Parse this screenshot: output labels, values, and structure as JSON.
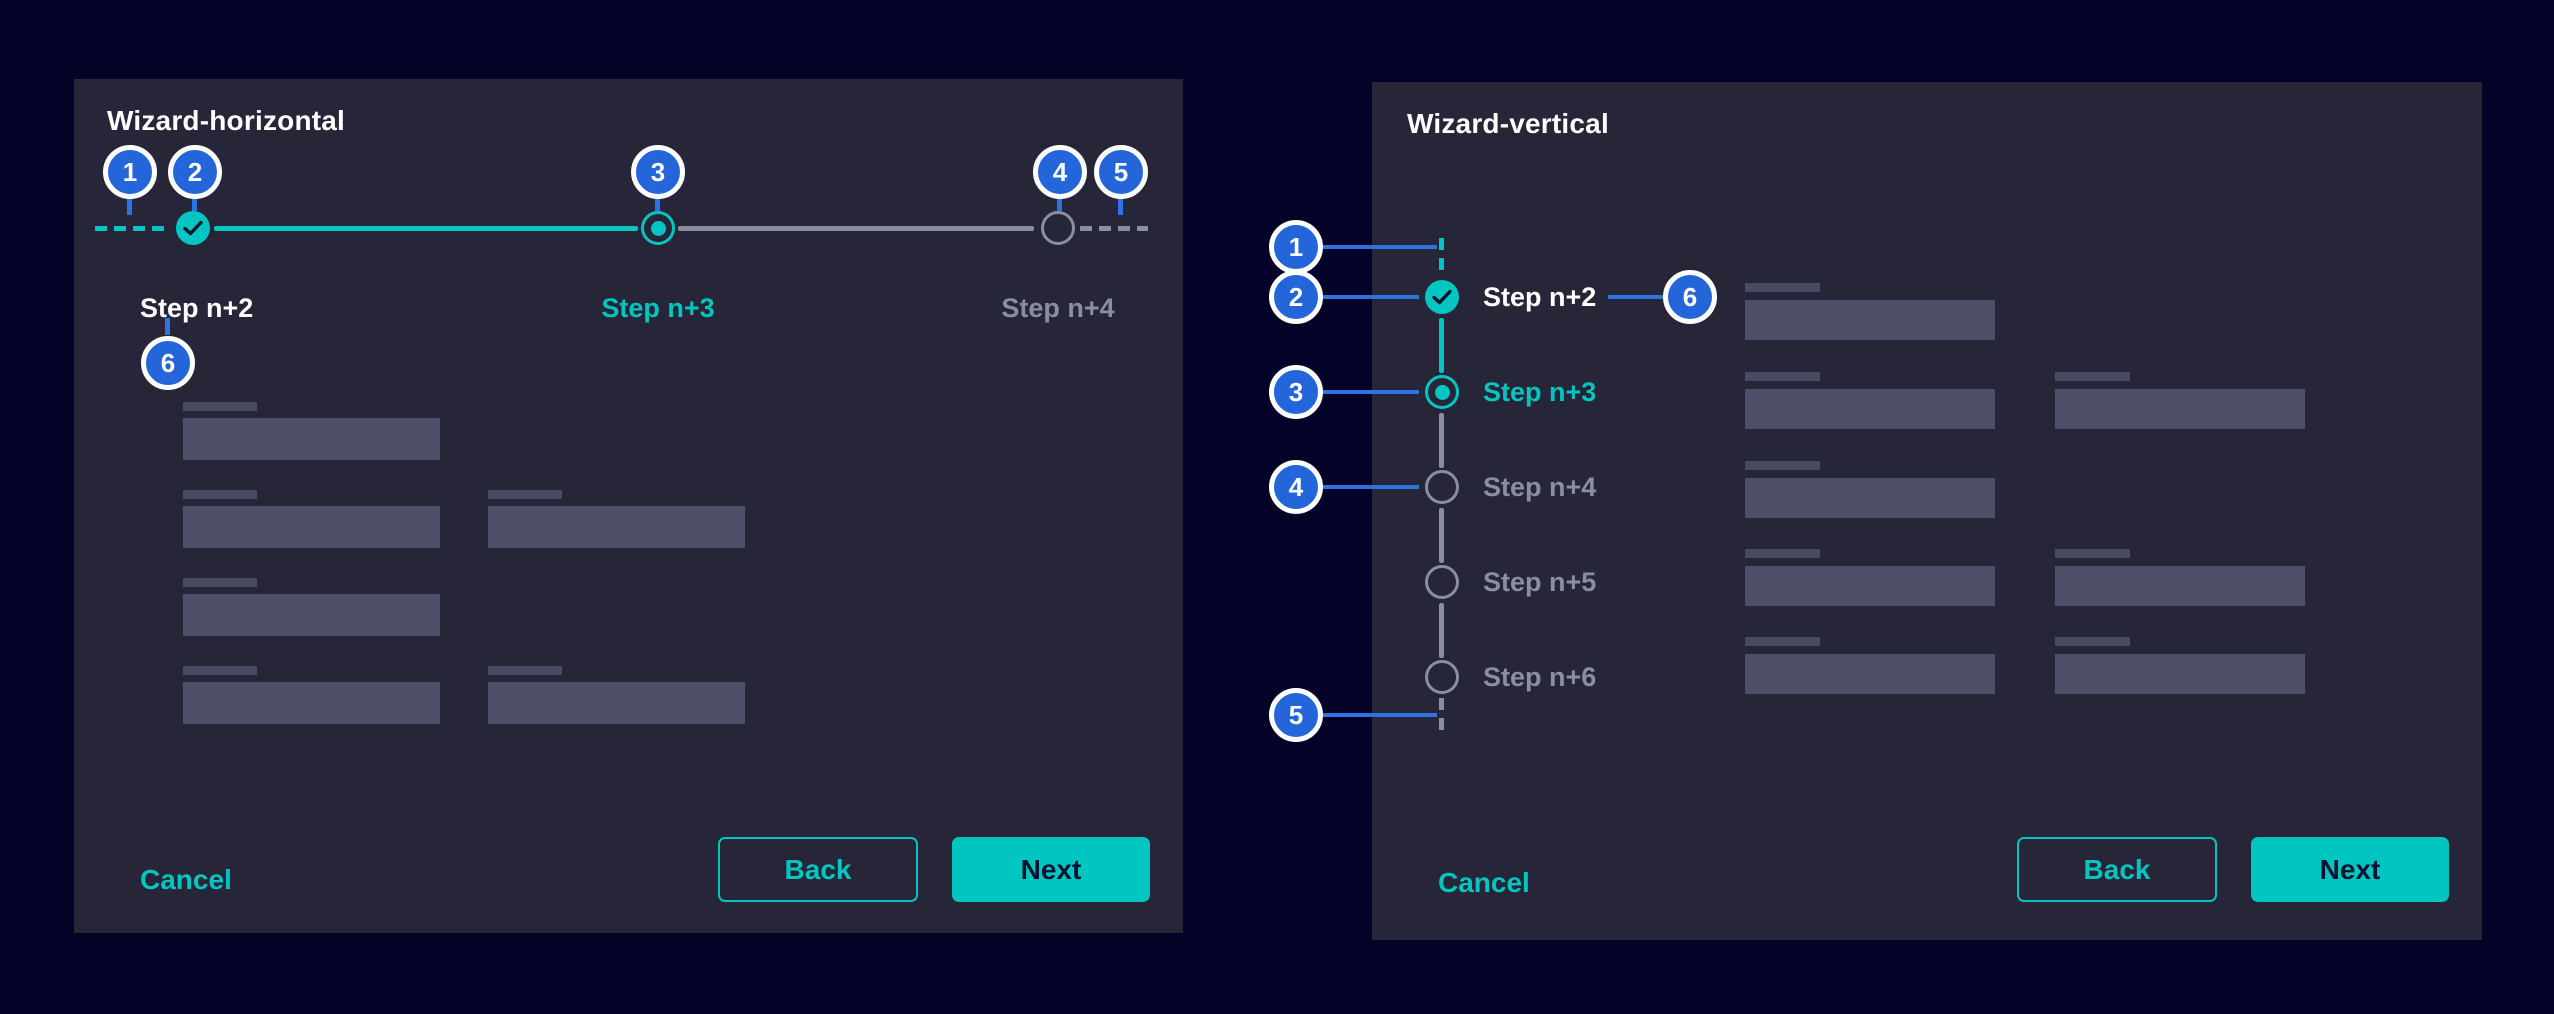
{
  "palette": {
    "page_background": "#040327",
    "panel_background": "#272538",
    "accent_teal": "#00C5C1",
    "callout_blue": "#2465D9",
    "inactive_gray": "#8A8EA0",
    "skeleton_fill": "#4C4F67"
  },
  "left_wizard": {
    "title": "Wizard-horizontal",
    "callouts": {
      "c1": "1",
      "c2": "2",
      "c3": "3",
      "c4": "4",
      "c5": "5",
      "c6": "6"
    },
    "steps": [
      {
        "label": "Step n+2",
        "state": "completed"
      },
      {
        "label": "Step n+3",
        "state": "current"
      },
      {
        "label": "Step n+4",
        "state": "upcoming"
      }
    ],
    "footer": {
      "cancel": "Cancel",
      "back": "Back",
      "next": "Next"
    }
  },
  "right_wizard": {
    "title": "Wizard-vertical",
    "callouts": {
      "c1": "1",
      "c2": "2",
      "c3": "3",
      "c4": "4",
      "c5": "5",
      "c6": "6"
    },
    "steps": [
      {
        "label": "Step n+2",
        "state": "completed"
      },
      {
        "label": "Step n+3",
        "state": "current"
      },
      {
        "label": "Step n+4",
        "state": "upcoming"
      },
      {
        "label": "Step n+5",
        "state": "upcoming"
      },
      {
        "label": "Step n+6",
        "state": "upcoming"
      }
    ],
    "footer": {
      "cancel": "Cancel",
      "back": "Back",
      "next": "Next"
    }
  }
}
